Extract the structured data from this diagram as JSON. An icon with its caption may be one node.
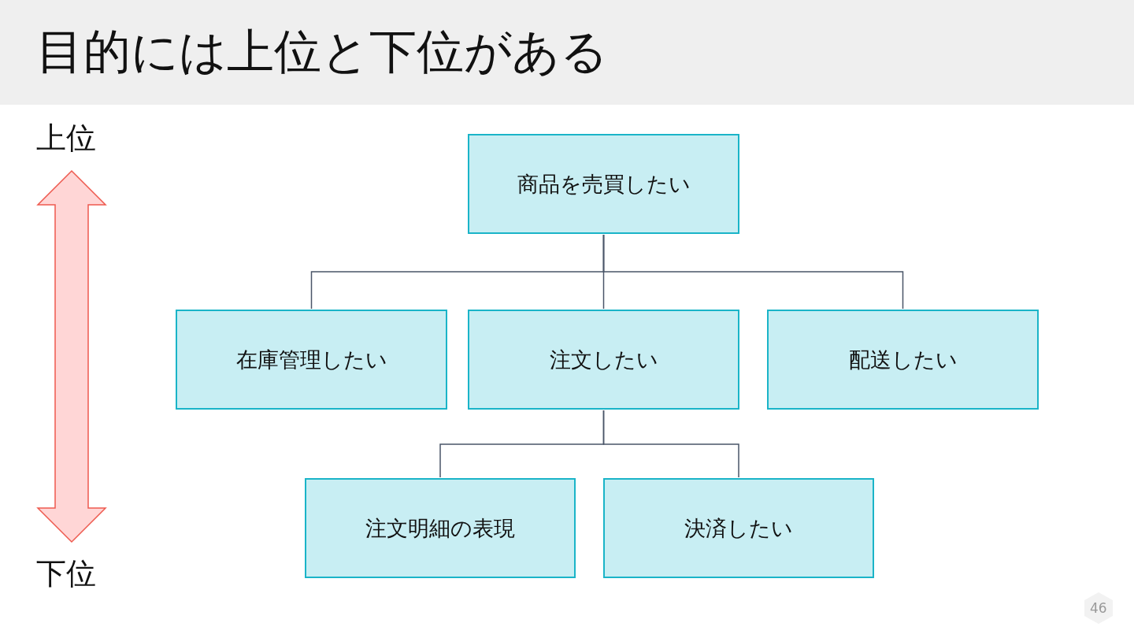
{
  "diagram": {
    "title": "目的には上位と下位がある",
    "nodes": [
      {
        "text": [
          "商品を売買したい"
        ]
      },
      {
        "text": [
          "在庫管理したい"
        ]
      },
      {
        "text": [
          "注文したい"
        ]
      },
      {
        "text": [
          "配送したい"
        ]
      },
      {
        "text": [
          "注文明細の表現"
        ]
      },
      {
        "text": [
          "決済したい"
        ]
      }
    ],
    "edges": [
      {
        "from": 0,
        "to": 1,
        "arrow": "none"
      },
      {
        "from": 0,
        "to": 2,
        "arrow": "none"
      },
      {
        "from": 0,
        "to": 3,
        "arrow": "none"
      },
      {
        "from": 2,
        "to": 4,
        "arrow": "none"
      },
      {
        "from": 2,
        "to": 5,
        "arrow": "none"
      }
    ],
    "labels": [
      "上位",
      "下位",
      "46"
    ]
  }
}
